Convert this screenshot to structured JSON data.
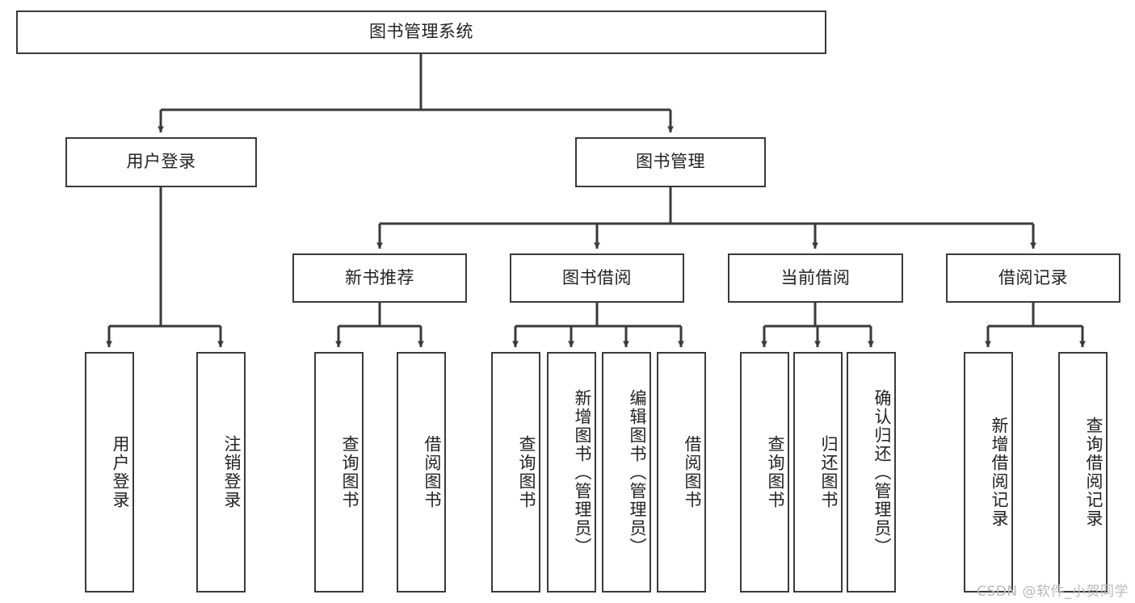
{
  "diagram": {
    "title": "图书管理系统",
    "type": "tree-hierarchy",
    "stroke_color": "#3a3a3a",
    "fill_color": "#ffffff",
    "text_color": "#222222",
    "root": {
      "label": "图书管理系统"
    },
    "level1": [
      {
        "label": "用户登录"
      },
      {
        "label": "图书管理"
      }
    ],
    "level2": [
      {
        "label": "新书推荐"
      },
      {
        "label": "图书借阅"
      },
      {
        "label": "当前借阅"
      },
      {
        "label": "借阅记录"
      }
    ],
    "leaves": {
      "user_login": [
        {
          "label": "用户登录"
        },
        {
          "label": "注销登录"
        }
      ],
      "new_book_recommend": [
        {
          "label": "查询图书"
        },
        {
          "label": "借阅图书"
        }
      ],
      "book_borrow": [
        {
          "label": "查询图书"
        },
        {
          "label": "新增图书（管理员）"
        },
        {
          "label": "编辑图书（管理员）"
        },
        {
          "label": "借阅图书"
        }
      ],
      "current_borrow": [
        {
          "label": "查询图书"
        },
        {
          "label": "归还图书"
        },
        {
          "label": "确认归还（管理员）"
        }
      ],
      "borrow_record": [
        {
          "label": "新增借阅记录"
        },
        {
          "label": "查询借阅记录"
        }
      ]
    }
  },
  "watermark": {
    "text": "CSDN @软件_小贺同学"
  }
}
